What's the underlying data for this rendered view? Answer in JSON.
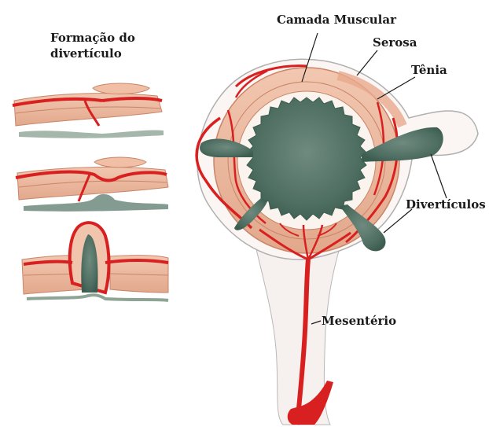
{
  "labels": {
    "formation_line1": "Formação do",
    "formation_line2": "divertículo",
    "muscular_layer": "Camada Muscular",
    "serosa": "Serosa",
    "tenia": "Tênia",
    "diverticula": "Divertículos",
    "mesentery": "Mesentério"
  },
  "colors": {
    "muscle": "#eab59b",
    "muscle_stripe": "#c98568",
    "vessel": "#d92020",
    "mucosa": "#4f6f62",
    "serosa_outline": "#a0a0a0"
  }
}
